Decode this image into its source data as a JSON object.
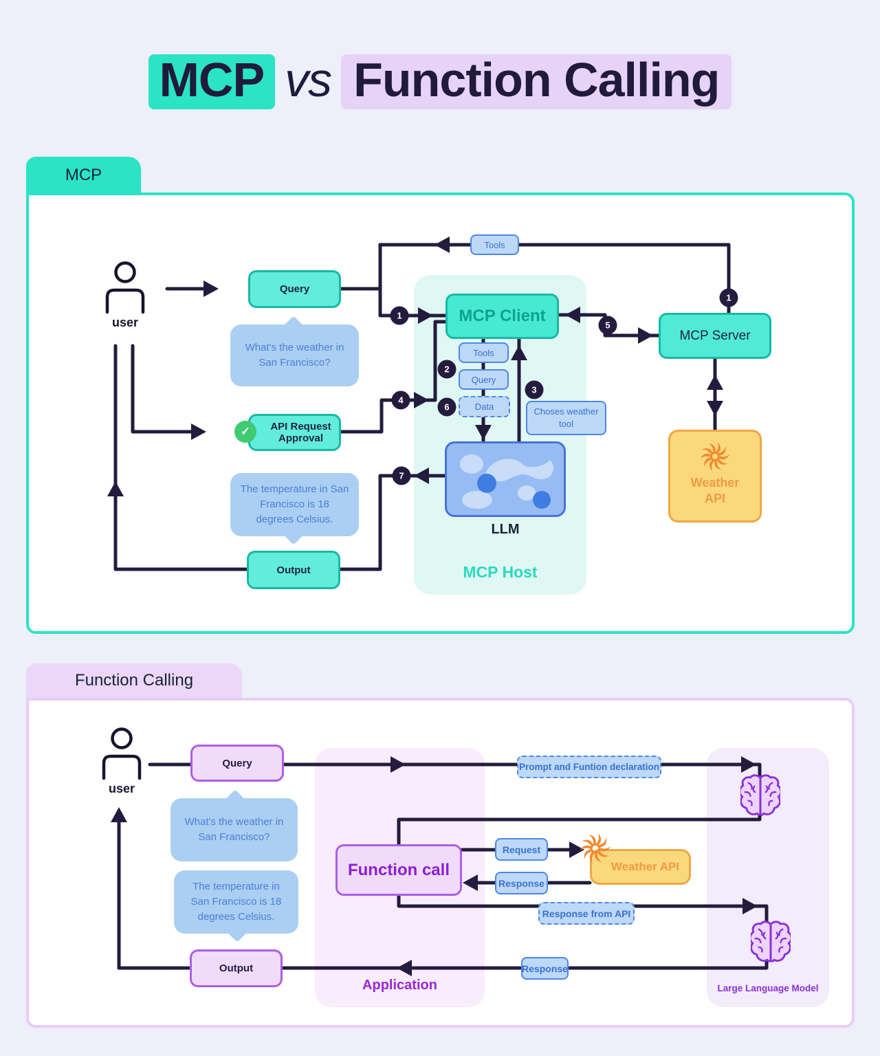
{
  "title": {
    "part1": "MCP",
    "vs": "vs",
    "part2": "Function Calling"
  },
  "colors": {
    "background": "#EDEFF9",
    "ink": "#241C3E",
    "teal_accent": "#2AE4C5",
    "teal_fill": "#62ECDC",
    "teal_border": "#16B9A5",
    "purple_accent": "#E7D3F8",
    "purple_border": "#AC5FE3",
    "purple_text": "#8B1FD3",
    "blue_fill": "#BDD9F7",
    "blue_border": "#4E86E6",
    "blue_text": "#3A70D2",
    "bubble_fill": "#ABCFF2",
    "yellow_fill": "#FBD87C",
    "yellow_border": "#F0A843",
    "orange_text": "#EE9B47",
    "green_check": "#3ECB72",
    "host_bg": "#E0F8F3",
    "llm_box_fill": "#97BCF4",
    "llm_box_border": "#4A72D8"
  },
  "icons": {
    "check": "✓"
  },
  "mcp": {
    "tab": "MCP",
    "user_label": "user",
    "query": "Query",
    "bubble_question": "What's the weather in San Francisco?",
    "approval": "API Request Approval",
    "bubble_answer": "The temperature in San Francisco is 18 degrees Celsius.",
    "output": "Output",
    "tools_top": "Tools",
    "client": "MCP Client",
    "tools": "Tools",
    "query_small": "Query",
    "data": "Data",
    "choses": "Choses weather tool",
    "llm": "LLM",
    "host": "MCP Host",
    "server": "MCP Server",
    "weather_api": "Weather API",
    "steps": [
      "1",
      "2",
      "3",
      "4",
      "5",
      "6",
      "7"
    ]
  },
  "fc": {
    "tab": "Function Calling",
    "user_label": "user",
    "query": "Query",
    "bubble_question": "What's the weather in San Francisco?",
    "bubble_answer": "The temperature in San Francisco is 18 degrees Celsius.",
    "output": "Output",
    "prompt_declaration": "Prompt and Funtion declaration",
    "function_call": "Function call",
    "request": "Request",
    "response": "Response",
    "weather_api": "Weather API",
    "response_from_api": "Response from API",
    "response_bottom": "Response",
    "application": "Application",
    "llm_label": "Large Language Model"
  }
}
